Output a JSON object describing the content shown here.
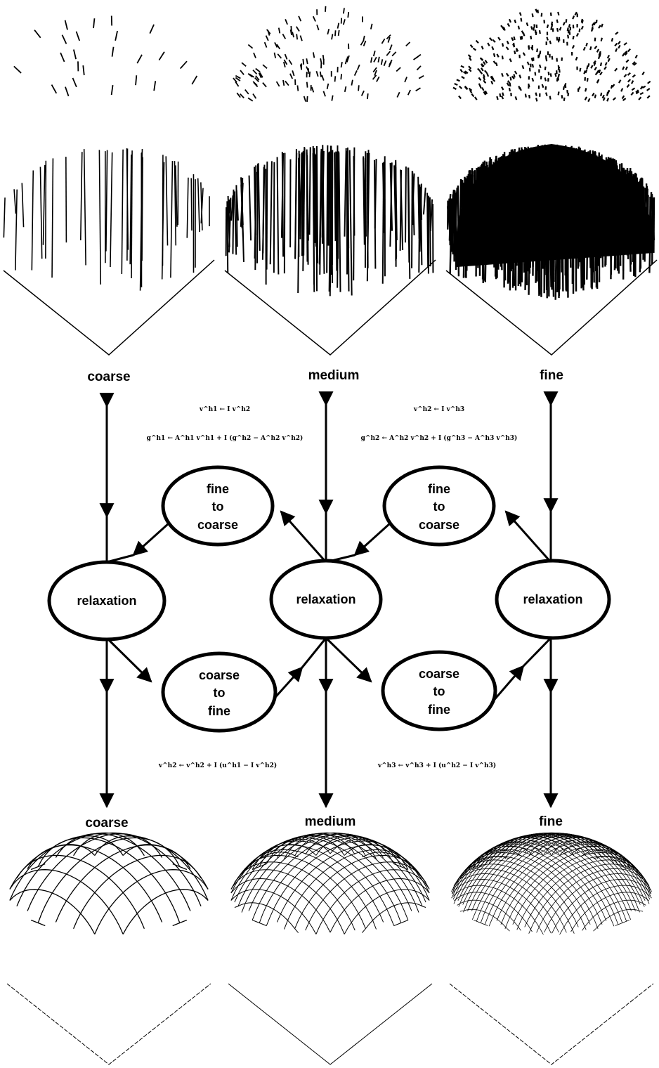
{
  "levels": {
    "top": [
      "coarse",
      "medium",
      "fine"
    ],
    "bottom": [
      "coarse",
      "medium",
      "fine"
    ]
  },
  "nodes": {
    "relaxation": [
      "relaxation",
      "relaxation",
      "relaxation"
    ],
    "fine_to_coarse": [
      [
        "fine",
        "to",
        "coarse"
      ],
      [
        "fine",
        "to",
        "coarse"
      ]
    ],
    "coarse_to_fine": [
      [
        "coarse",
        "to",
        "fine"
      ],
      [
        "coarse",
        "to",
        "fine"
      ]
    ]
  },
  "equations": {
    "restriction_1a": "v^h1 ← I v^h2",
    "restriction_1b": "g^h1 ← A^h1 v^h1 + I (g^h2 − A^h2 v^h2)",
    "restriction_2a": "v^h2 ← I v^h3",
    "restriction_2b": "g^h2 ← A^h2 v^h2 + I (g^h3 − A^h3 v^h3)",
    "prolongation_1": "v^h2 ← v^h2 + I (u^h1 − I v^h2)",
    "prolongation_2": "v^h3 ← v^h3 + I (u^h2 − I v^h3)"
  },
  "colors": {
    "ink": "#000000",
    "background": "#ffffff"
  }
}
